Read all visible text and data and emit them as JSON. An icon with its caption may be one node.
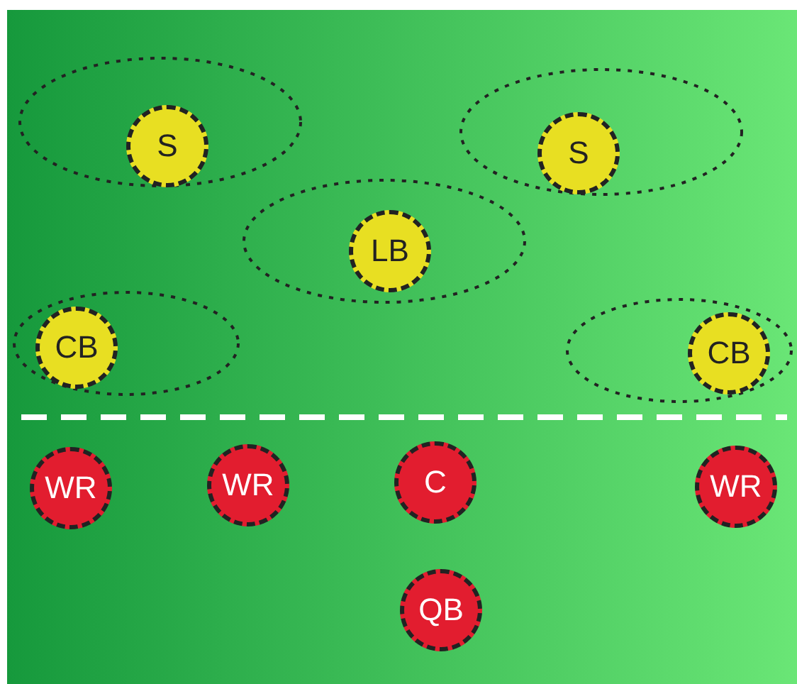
{
  "diagram": {
    "nodes": [
      {
        "text": [],
        "shape": "ellipse"
      },
      {
        "text": [
          "S"
        ],
        "in": 0
      },
      {
        "text": [],
        "shape": "ellipse"
      },
      {
        "text": [
          "S"
        ],
        "in": 2
      },
      {
        "text": [],
        "shape": "ellipse"
      },
      {
        "text": [
          "LB"
        ],
        "in": 4
      },
      {
        "text": [],
        "shape": "ellipse"
      },
      {
        "text": [
          "CB"
        ],
        "in": 6
      },
      {
        "text": [],
        "shape": "ellipse"
      },
      {
        "text": [
          "CB"
        ],
        "in": 8
      },
      {
        "text": [
          "WR"
        ]
      },
      {
        "text": [
          "WR"
        ]
      },
      {
        "text": [
          "C"
        ]
      },
      {
        "text": [
          "WR"
        ]
      },
      {
        "text": [
          "QB"
        ]
      }
    ],
    "edges": []
  }
}
